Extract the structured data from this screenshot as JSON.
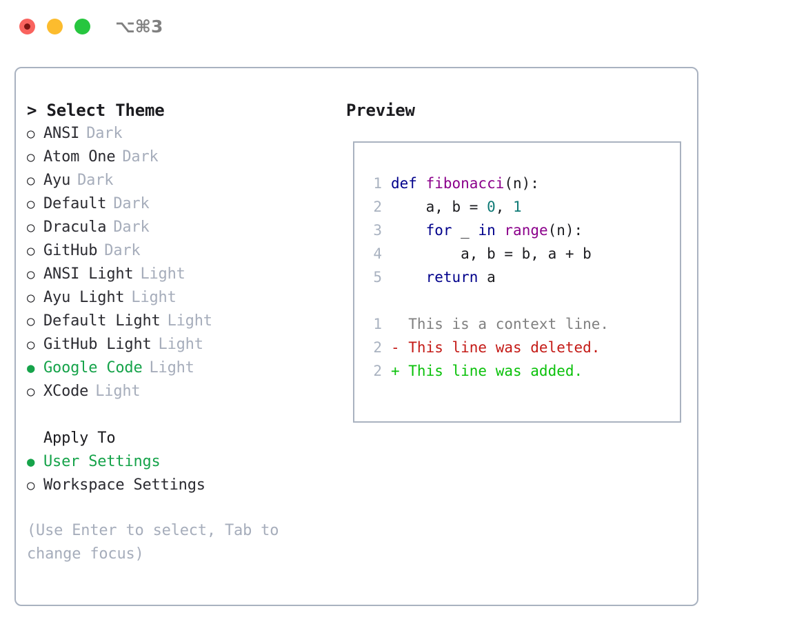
{
  "titlebar": {
    "title": "⌥⌘3",
    "buttons": [
      {
        "name": "close",
        "color": "#f9635e"
      },
      {
        "name": "minimize",
        "color": "#fcbc2e"
      },
      {
        "name": "maximize",
        "color": "#27c63f"
      }
    ]
  },
  "colors": {
    "accent_green": "#16a34a",
    "border": "#a9b2c0",
    "muted": "#a6adbb",
    "text": "#1b1b1f",
    "keyword": "#00008b",
    "function": "#8b008b",
    "number": "#0f7a76",
    "context": "#808080",
    "deleted": "#c41a16",
    "added": "#0ac10a"
  },
  "left": {
    "heading": "> Select Theme",
    "themes": [
      {
        "marker": "○",
        "name": "ANSI",
        "tag": "Dark",
        "selected": false
      },
      {
        "marker": "○",
        "name": "Atom One",
        "tag": "Dark",
        "selected": false
      },
      {
        "marker": "○",
        "name": "Ayu",
        "tag": "Dark",
        "selected": false
      },
      {
        "marker": "○",
        "name": "Default",
        "tag": "Dark",
        "selected": false
      },
      {
        "marker": "○",
        "name": "Dracula",
        "tag": "Dark",
        "selected": false
      },
      {
        "marker": "○",
        "name": "GitHub",
        "tag": "Dark",
        "selected": false
      },
      {
        "marker": "○",
        "name": "ANSI Light",
        "tag": "Light",
        "selected": false
      },
      {
        "marker": "○",
        "name": "Ayu Light",
        "tag": "Light",
        "selected": false
      },
      {
        "marker": "○",
        "name": "Default Light",
        "tag": "Light",
        "selected": false
      },
      {
        "marker": "○",
        "name": "GitHub Light",
        "tag": "Light",
        "selected": false
      },
      {
        "marker": "●",
        "name": "Google Code",
        "tag": "Light",
        "selected": true
      },
      {
        "marker": "○",
        "name": "XCode",
        "tag": "Light",
        "selected": false
      }
    ],
    "apply_to_heading": "Apply To",
    "apply_to": [
      {
        "marker": "●",
        "name": "User Settings",
        "selected": true
      },
      {
        "marker": "○",
        "name": "Workspace Settings",
        "selected": false
      }
    ],
    "hint": "(Use Enter to select, Tab to change focus)"
  },
  "right": {
    "heading": "Preview",
    "code_lines": [
      {
        "ln": "1",
        "tokens": [
          {
            "t": "def ",
            "c": "t-kw"
          },
          {
            "t": "fibonacci",
            "c": "t-fn"
          },
          {
            "t": "(n):",
            "c": "t-pl"
          }
        ]
      },
      {
        "ln": "2",
        "tokens": [
          {
            "t": "    a, b = ",
            "c": "t-pl"
          },
          {
            "t": "0",
            "c": "t-num"
          },
          {
            "t": ", ",
            "c": "t-pl"
          },
          {
            "t": "1",
            "c": "t-num"
          }
        ]
      },
      {
        "ln": "3",
        "tokens": [
          {
            "t": "    ",
            "c": "t-pl"
          },
          {
            "t": "for",
            "c": "t-kw"
          },
          {
            "t": " _ ",
            "c": "t-pl"
          },
          {
            "t": "in",
            "c": "t-kw"
          },
          {
            "t": " ",
            "c": "t-pl"
          },
          {
            "t": "range",
            "c": "t-fn"
          },
          {
            "t": "(n):",
            "c": "t-pl"
          }
        ]
      },
      {
        "ln": "4",
        "tokens": [
          {
            "t": "        a, b = b, a + b",
            "c": "t-pl"
          }
        ]
      },
      {
        "ln": "5",
        "tokens": [
          {
            "t": "    ",
            "c": "t-pl"
          },
          {
            "t": "return",
            "c": "t-kw"
          },
          {
            "t": " a",
            "c": "t-pl"
          }
        ]
      }
    ],
    "diff_lines": [
      {
        "ln": "1",
        "tokens": [
          {
            "t": "  This is a context line.",
            "c": "t-ctx"
          }
        ]
      },
      {
        "ln": "2",
        "tokens": [
          {
            "t": "- This line was deleted.",
            "c": "t-del"
          }
        ]
      },
      {
        "ln": "2",
        "tokens": [
          {
            "t": "+ This line was added.",
            "c": "t-add"
          }
        ]
      }
    ]
  }
}
